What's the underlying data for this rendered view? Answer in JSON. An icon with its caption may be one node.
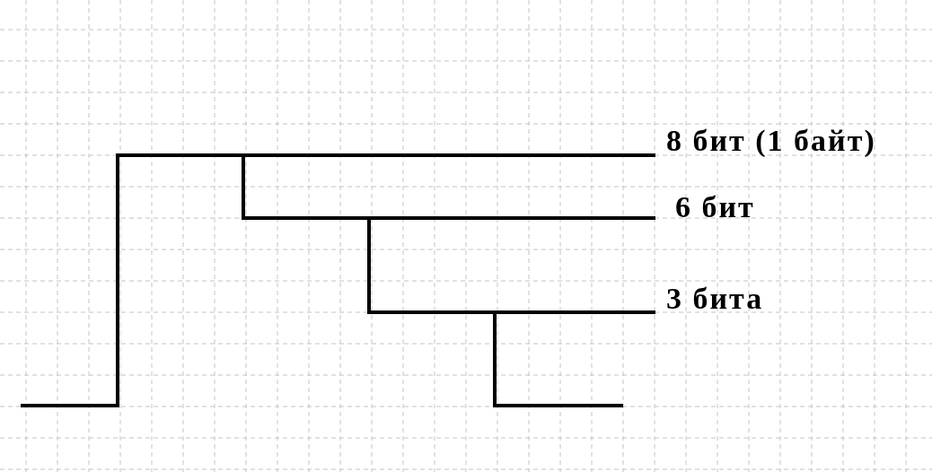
{
  "diagram": {
    "labels": [
      "8 бит (1 байт)",
      "6 бит",
      "3 бита"
    ]
  }
}
